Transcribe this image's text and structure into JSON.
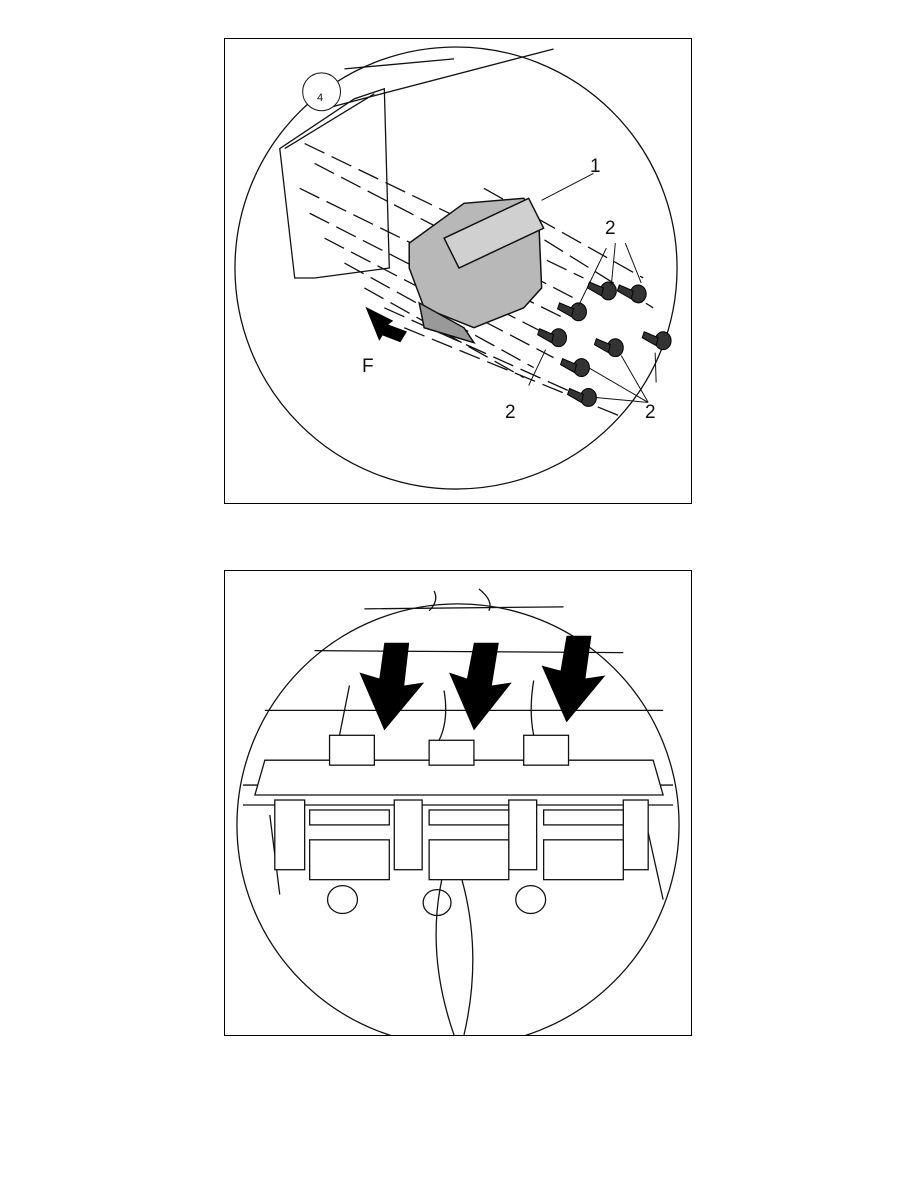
{
  "figures": [
    {
      "callouts": {
        "view": "4",
        "bracket": "1",
        "screw_top": "2",
        "screw_left": "2",
        "screw_bottom": "2",
        "front": "F"
      }
    },
    {
      "callouts": {}
    }
  ],
  "colors": {
    "line": "#111111",
    "part_fill": "#b8b8b8",
    "arrow": "#000000"
  }
}
